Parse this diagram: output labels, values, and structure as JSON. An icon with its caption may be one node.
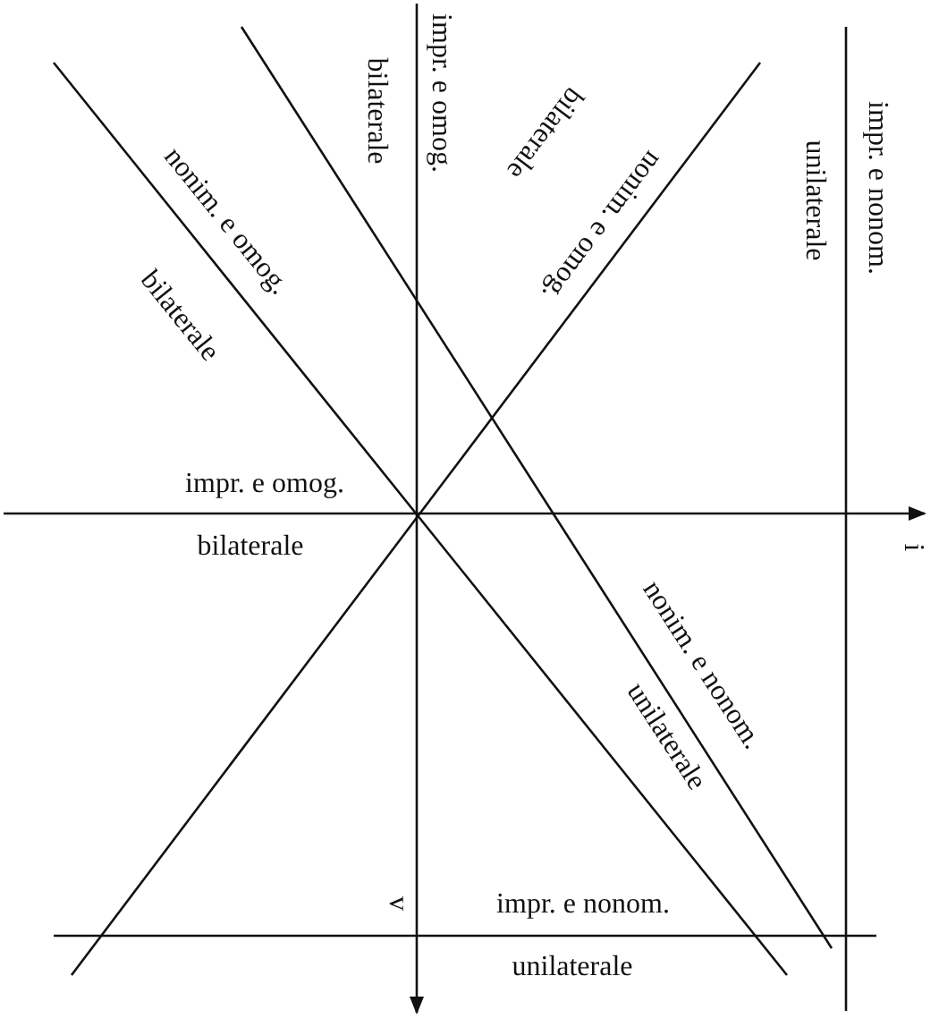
{
  "diagram": {
    "labels": [
      "bilaterale",
      "impr. e omog.",
      "nonim. e omog.",
      "bilaterale",
      "bilaterale",
      "nonim. e omog.",
      "unilaterale",
      "impr. e nonom.",
      "impr. e omog.",
      "bilaterale",
      "i",
      "nonim. e nonom.",
      "unilaterale",
      "v",
      "impr. e nonom.",
      "unilaterale"
    ]
  }
}
